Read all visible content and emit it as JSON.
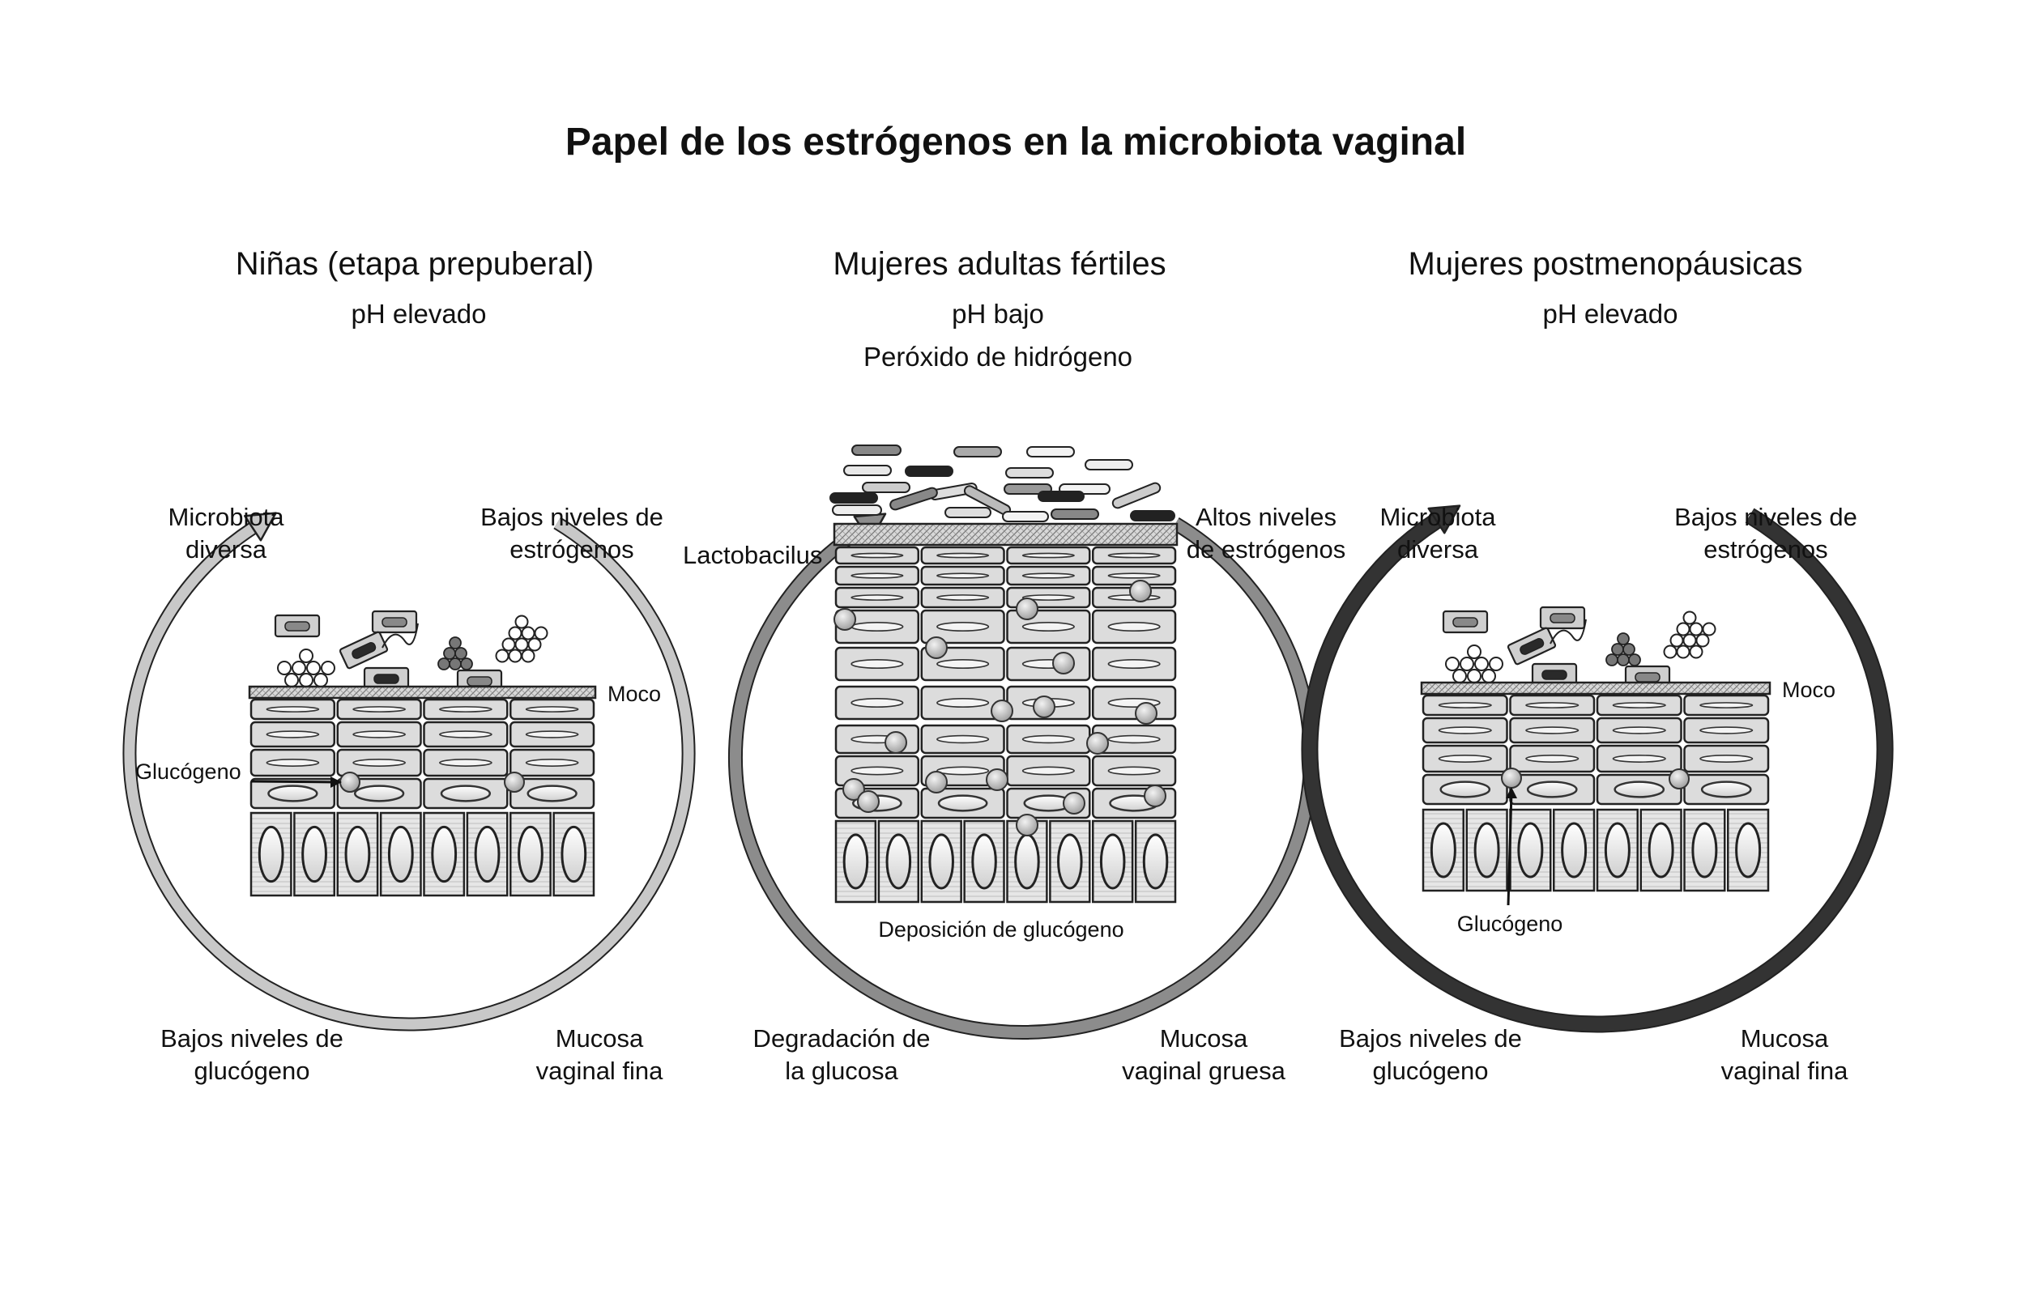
{
  "title": "Papel de los estrógenos en la microbiota vaginal",
  "panels": [
    {
      "title": "Niñas (etapa prepuberal)",
      "conditions": [
        "pH elevado"
      ],
      "labels": {
        "top_left": [
          "Microbiota",
          "diversa"
        ],
        "top_right": [
          "Bajos niveles de",
          "estrógenos"
        ],
        "bottom_left": [
          "Bajos niveles de",
          "glucógeno"
        ],
        "bottom_right": [
          "Mucosa",
          "vaginal fina"
        ],
        "mucus": "Moco",
        "glycogen": "Glucógeno"
      },
      "arrow_color": "#c8c8c8",
      "mucosa": "thin"
    },
    {
      "title": "Mujeres adultas fértiles",
      "conditions": [
        "pH bajo",
        "Peróxido de hidrógeno"
      ],
      "labels": {
        "top_left": [
          "Lactobacilus"
        ],
        "top_right": [
          "Altos niveles",
          "de estrógenos"
        ],
        "bottom_left": [
          "Degradación de",
          "la glucosa"
        ],
        "bottom_right": [
          "Mucosa",
          "vaginal gruesa"
        ],
        "deposition": "Deposición de glucógeno"
      },
      "arrow_color": "#8c8c8c",
      "mucosa": "thick"
    },
    {
      "title": "Mujeres postmenopáusicas",
      "conditions": [
        "pH elevado"
      ],
      "labels": {
        "top_left": [
          "Microbiota",
          "diversa"
        ],
        "top_right": [
          "Bajos niveles de",
          "estrógenos"
        ],
        "bottom_left": [
          "Bajos niveles de",
          "glucógeno"
        ],
        "bottom_right": [
          "Mucosa",
          "vaginal fina"
        ],
        "mucus": "Moco",
        "glycogen": "Glucógeno"
      },
      "arrow_color": "#333333",
      "mucosa": "thin"
    }
  ]
}
